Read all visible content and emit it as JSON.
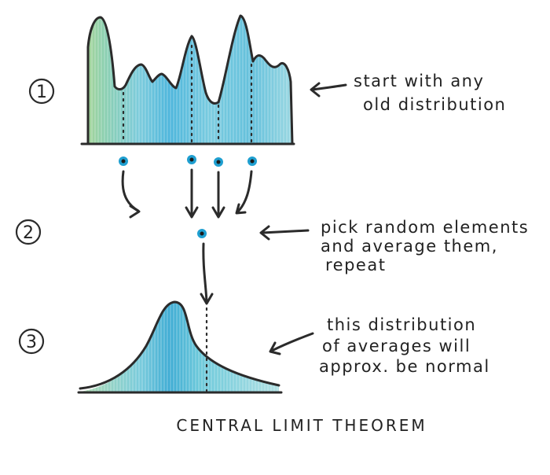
{
  "steps": [
    {
      "number": "1",
      "lines": [
        "start with any",
        "old distribution"
      ]
    },
    {
      "number": "2",
      "lines": [
        "pick random elements",
        "and average them,",
        "repeat"
      ]
    },
    {
      "number": "3",
      "lines": [
        "this distribution",
        "of averages will",
        "approx. be normal"
      ]
    }
  ],
  "title": "CENTRAL LIMIT THEOREM",
  "colors": {
    "ink": "#2b2b2b",
    "fill_teal": "#5cc3d6",
    "fill_blue": "#2aa3cf",
    "fill_green": "#8cc896",
    "sample_dot": "#1f9fd0"
  }
}
